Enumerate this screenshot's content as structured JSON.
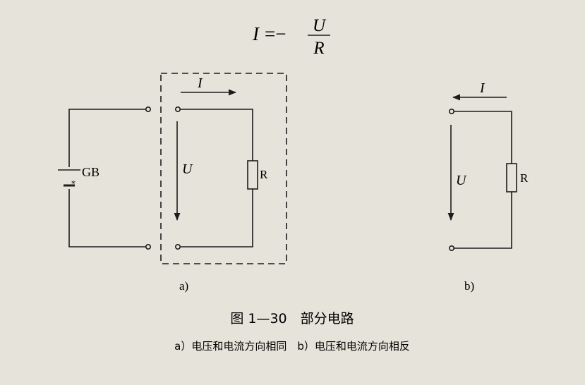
{
  "formula": {
    "lhs": "I",
    "op": "=−",
    "numerator": "U",
    "denominator": "R"
  },
  "diagram_a": {
    "source_label": "GB",
    "current_label": "I",
    "voltage_label": "U",
    "resistor_label": "R",
    "sub_label": "a)"
  },
  "diagram_b": {
    "current_label": "I",
    "voltage_label": "U",
    "resistor_label": "R",
    "sub_label": "b)"
  },
  "caption": {
    "title": "图 1—30　部分电路",
    "subtitle": "a）电压和电流方向相同　b）电压和电流方向相反"
  },
  "colors": {
    "paper": "#e6e3da",
    "ink": "#1c1c1c"
  }
}
